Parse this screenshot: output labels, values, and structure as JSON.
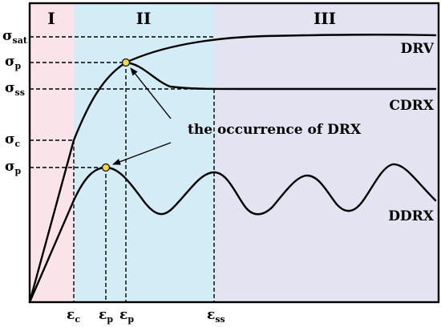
{
  "regions": [
    {
      "label": "I",
      "color": "#fbe3ea"
    },
    {
      "label": "II",
      "color": "#d3ecf6"
    },
    {
      "label": "III",
      "color": "#e3e3f2"
    }
  ],
  "y_labels": {
    "sigma_sat": {
      "base": "σ",
      "sub": "sat"
    },
    "sigma_p_upper": {
      "base": "σ",
      "sub": "p"
    },
    "sigma_ss": {
      "base": "σ",
      "sub": "ss"
    },
    "sigma_c": {
      "base": "σ",
      "sub": "c"
    },
    "sigma_p_lower": {
      "base": "σ",
      "sub": "p"
    }
  },
  "x_labels": {
    "eps_c": {
      "base": "ε",
      "sub": "c"
    },
    "eps_p_left": {
      "base": "ε",
      "sub": "p"
    },
    "eps_p_right": {
      "base": "ε",
      "sub": "p"
    },
    "eps_ss": {
      "base": "ε",
      "sub": "ss"
    }
  },
  "curve_labels": {
    "drv": "DRV",
    "cdrx": "CDRX",
    "ddrx": "DDRX"
  },
  "annotation": "the occurrence of DRX",
  "colors": {
    "marker_fill": "#f3d64a",
    "line": "#000000"
  }
}
